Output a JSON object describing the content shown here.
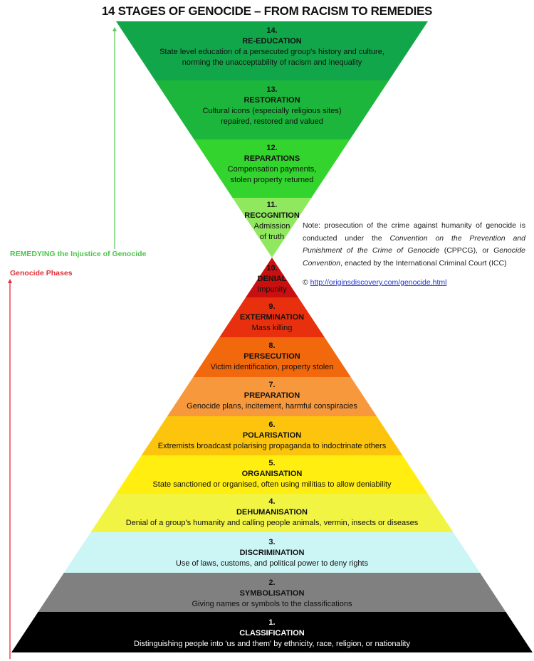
{
  "title": "14 STAGES OF GENOCIDE – FROM RACISM TO REMEDIES",
  "remedy_stages": [
    {
      "num": "14.",
      "name": "RE-EDUCATION",
      "desc": [
        "State level education of a persecuted group's history and culture,",
        "norming the unacceptability of racism and inequality"
      ],
      "color": "#12a64a"
    },
    {
      "num": "13.",
      "name": "RESTORATION",
      "desc": [
        "Cultural icons (especially religious sites)",
        "repaired, restored and valued"
      ],
      "color": "#1db63c"
    },
    {
      "num": "12.",
      "name": "REPARATIONS",
      "desc": [
        "Compensation payments,",
        "stolen property returned"
      ],
      "color": "#33d42e"
    },
    {
      "num": "11.",
      "name": "RECOGNITION",
      "desc": [
        "Admission",
        "of truth"
      ],
      "color": "#8fe85e"
    }
  ],
  "genocide_stages": [
    {
      "num": "10.",
      "name": "DENIAL",
      "desc": "Impunity",
      "color": "#c81010"
    },
    {
      "num": "9.",
      "name": "EXTERMINATION",
      "desc": "Mass killing",
      "color": "#e8300e"
    },
    {
      "num": "8.",
      "name": "PERSECUTION",
      "desc": "Victim identification, property stolen",
      "color": "#f2680c"
    },
    {
      "num": "7.",
      "name": "PREPARATION",
      "desc": "Genocide plans, incitement, harmful conspiracies",
      "color": "#f7983c"
    },
    {
      "num": "6.",
      "name": "POLARISATION",
      "desc": "Extremists broadcast polarising propaganda to indoctrinate others",
      "color": "#fcc40c"
    },
    {
      "num": "5.",
      "name": "ORGANISATION",
      "desc": "State sanctioned or organised, often using militias to allow deniability",
      "color": "#ffee10"
    },
    {
      "num": "4.",
      "name": "DEHUMANISATION",
      "desc": "Denial of a group's humanity and calling people animals, vermin, insects or diseases",
      "color": "#f2f444"
    },
    {
      "num": "3.",
      "name": "DISCRIMINATION",
      "desc": "Use of laws, customs, and political power to deny rights",
      "color": "#ccf6f6"
    },
    {
      "num": "2.",
      "name": "SYMBOLISATION",
      "desc": "Giving names or symbols to the classifications",
      "color": "#808080"
    },
    {
      "num": "1.",
      "name": "CLASSIFICATION",
      "desc": "Distinguishing people into 'us and them' by ethnicity, race, religion, or nationality",
      "color": "#000000"
    }
  ],
  "note": {
    "t1": "Note: prosecution of the crime against humanity of genocide is conducted under the ",
    "i1": "Convention on the Prevention and Punishment of the Crime of Genocide",
    "t2": " (CPPCG), or ",
    "i2": "Genocide Convention",
    "t3": ", enacted by the International Criminal Court (ICC)"
  },
  "copyright_symbol": "©",
  "link": "http://originsdiscovery.com/genocide.html",
  "remedy_label": "REMEDYING the Injustice of Genocide",
  "phases_label": "Genocide Phases",
  "colors": {
    "remedy_arrow": "#5ccc5c",
    "phases_arrow": "#e03040"
  }
}
